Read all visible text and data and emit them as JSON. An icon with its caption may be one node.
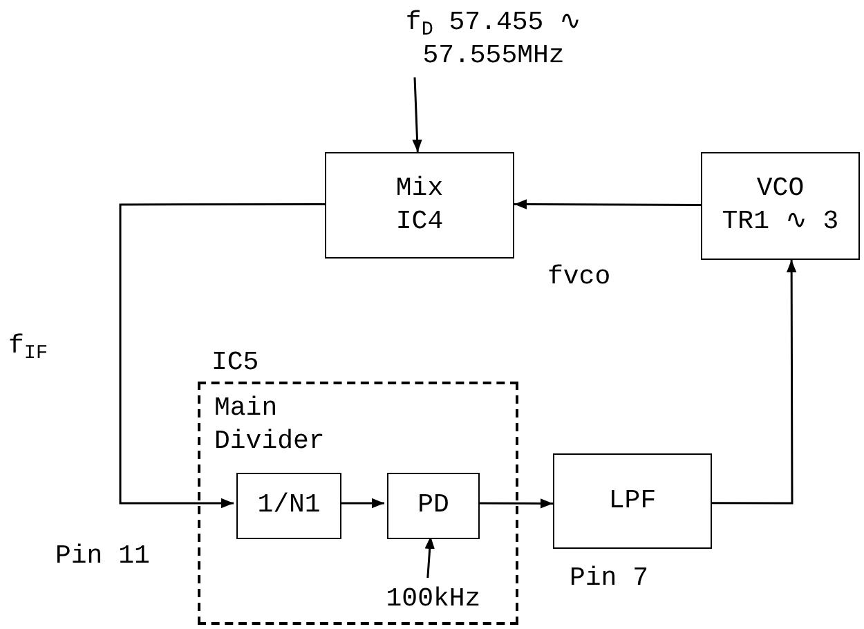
{
  "diagram": {
    "nodes": [
      {
        "text": [
          "f$_{D}$ 57.455 ∿ 57.555MHz"
        ]
      },
      {
        "text": [
          "Mix",
          "IC4"
        ]
      },
      {
        "text": [
          "VCO",
          "TR1 ∿ 3"
        ]
      },
      {
        "text": [
          "IC5",
          "Main Divider"
        ]
      },
      {
        "text": [
          "1/N1"
        ],
        "in": 3
      },
      {
        "text": [
          "PD"
        ],
        "in": 3
      },
      {
        "text": [
          "LPF"
        ],
        "beside": [
          "Pin 7"
        ]
      },
      {
        "text": [
          "100kHz"
        ],
        "in": 3
      }
    ],
    "edges": [
      {
        "from": 0,
        "to": 1,
        "arrow": "to"
      },
      {
        "from": 2,
        "to": 1,
        "arrow": "to",
        "label": "fvco"
      },
      {
        "from": 1,
        "to": 4,
        "arrow": "to",
        "label": "f$_{IF}$"
      },
      {
        "from": 4,
        "to": 5,
        "arrow": "to"
      },
      {
        "from": 5,
        "to": 6,
        "arrow": "to"
      },
      {
        "from": 6,
        "to": 2,
        "arrow": "to"
      },
      {
        "from": 7,
        "to": 5,
        "arrow": "to"
      }
    ],
    "labels": [
      "Pin 11"
    ]
  }
}
